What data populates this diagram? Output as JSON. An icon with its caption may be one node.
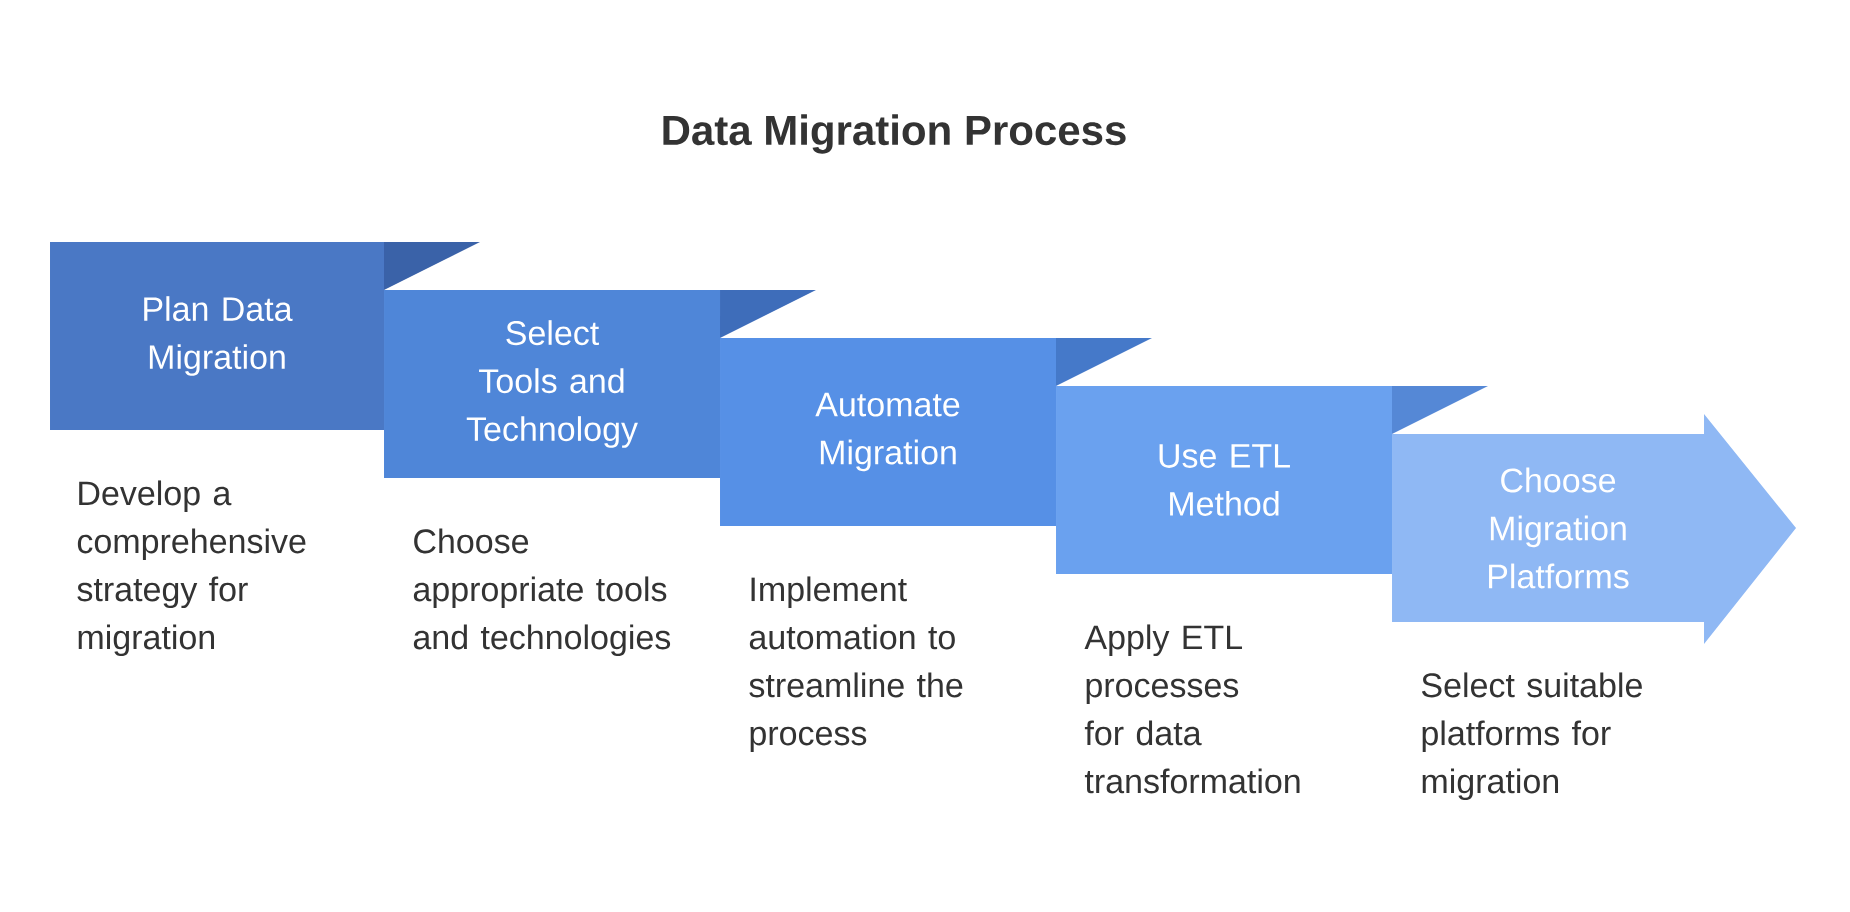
{
  "diagram": {
    "title": "Data Migration Process",
    "nodes": [
      {
        "text": [
          "Plan Data Migration"
        ],
        "beside": [
          "Develop a comprehensive strategy for migration"
        ]
      },
      {
        "text": [
          "Select Tools and Technology"
        ],
        "beside": [
          "Choose appropriate tools and technologies"
        ]
      },
      {
        "text": [
          "Automate Migration"
        ],
        "beside": [
          "Implement automation to streamline the process"
        ]
      },
      {
        "text": [
          "Use ETL Method"
        ],
        "beside": [
          "Apply ETL processes for data transformation"
        ]
      },
      {
        "text": [
          "Choose Migration Platforms"
        ],
        "beside": [
          "Select suitable platforms for migration"
        ]
      }
    ]
  }
}
